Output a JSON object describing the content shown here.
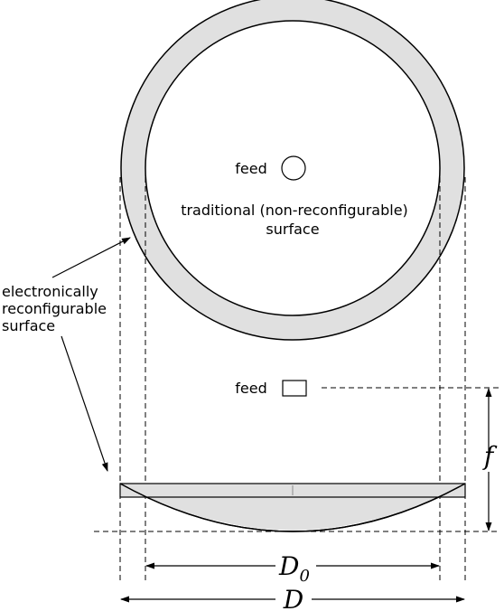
{
  "labels": {
    "feed_top": "feed",
    "traditional_line1": "traditional (non-reconfigurable)",
    "traditional_line2": "surface",
    "electronic_line1": "electronically",
    "electronic_line2": "reconfigurable",
    "electronic_line3": "surface",
    "feed_side": "feed",
    "focal_symbol": "f",
    "inner_diameter_symbol": "D",
    "inner_diameter_subscript": "0",
    "outer_diameter_symbol": "D"
  },
  "colors": {
    "line": "#000000",
    "ring_fill": "#e0e0e0",
    "background": "#ffffff"
  }
}
